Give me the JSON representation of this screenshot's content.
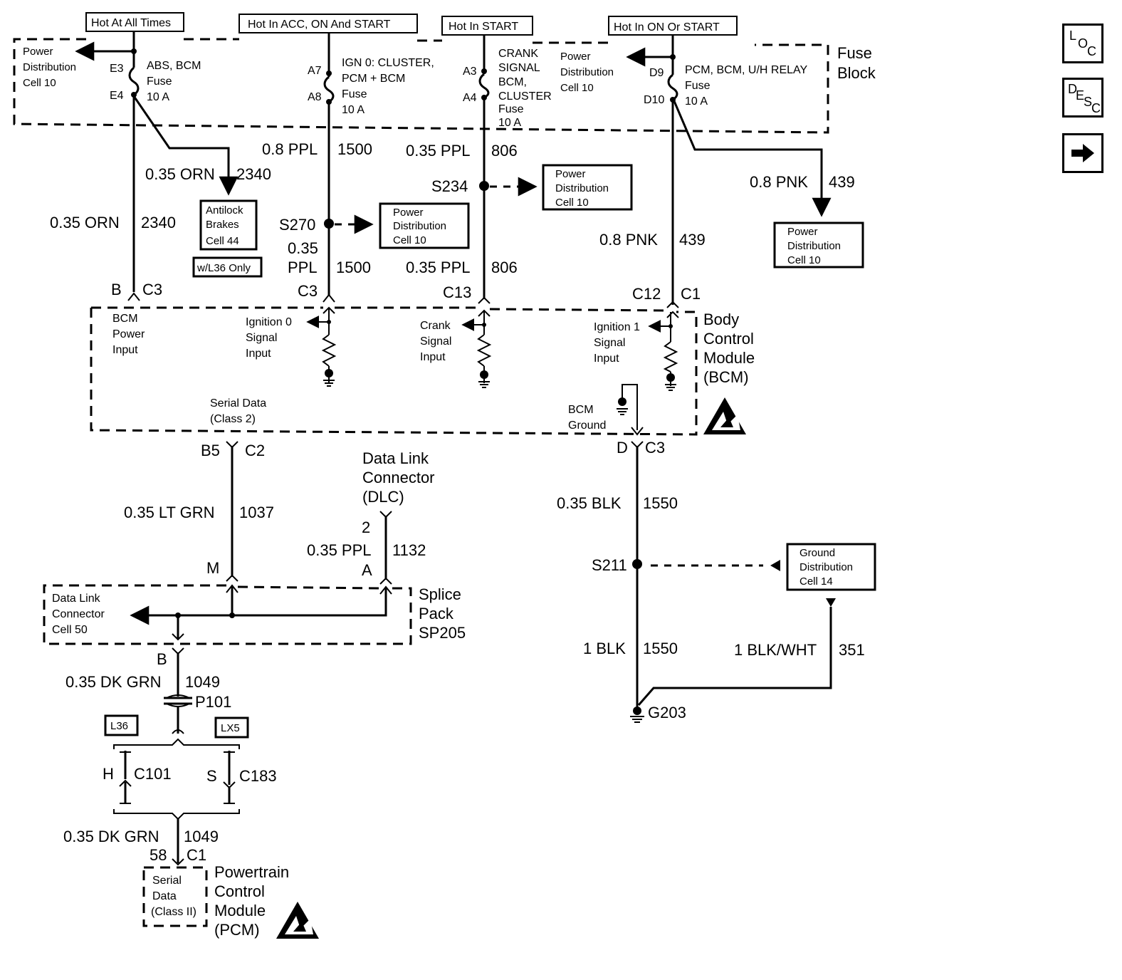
{
  "headers": {
    "hot_always": "Hot At All Times",
    "hot_acc": "Hot In ACC, ON And START",
    "hot_start": "Hot In START",
    "hot_on_start": "Hot In ON Or START"
  },
  "fuse_block": {
    "line1": "Fuse",
    "line2": "Block"
  },
  "fuses": {
    "abs_bcm": {
      "line1": "ABS, BCM",
      "line2": "Fuse",
      "line3": "10 A",
      "pin_in": "E3",
      "pin_out": "E4"
    },
    "ign0": {
      "line1": "IGN 0:  CLUSTER,",
      "line2": "PCM + BCM",
      "line3": "Fuse",
      "line4": "10 A",
      "pin_in": "A7",
      "pin_out": "A8"
    },
    "crank": {
      "line1": "CRANK",
      "line2": "SIGNAL",
      "line3": "BCM,",
      "line4": "CLUSTER",
      "line5": "Fuse",
      "line6": "10 A",
      "pin_in": "A3",
      "pin_out": "A4"
    },
    "pcm": {
      "line1": "PCM, BCM, U/H RELAY",
      "line2": "Fuse",
      "line3": "10 A",
      "pin_in": "D9",
      "pin_out": "D10"
    }
  },
  "refs": {
    "pd_left": {
      "line1": "Power",
      "line2": "Distribution",
      "line3": "Cell 10"
    },
    "pd_top_right": {
      "line1": "Power",
      "line2": "Distribution",
      "line3": "Cell 10"
    },
    "abs": {
      "line1": "Antilock",
      "line2": "Brakes",
      "line3": "Cell 44"
    },
    "w_l36": "w/L36 Only",
    "pd_s270": {
      "line1": "Power",
      "line2": "Distribution",
      "line3": "Cell 10"
    },
    "pd_s234": {
      "line1": "Power",
      "line2": "Distribution",
      "line3": "Cell 10"
    },
    "pd_439": {
      "line1": "Power",
      "line2": "Distribution",
      "line3": "Cell 10"
    },
    "ground_dist": {
      "line1": "Ground",
      "line2": "Distribution",
      "line3": "Cell 14"
    },
    "dlc_cell": {
      "line1": "Data Link",
      "line2": "Connector",
      "line3": "Cell 50"
    }
  },
  "wires": {
    "orn_2340_a": {
      "gauge": "0.35 ORN",
      "num": "2340"
    },
    "orn_2340_b": {
      "gauge": "0.35 ORN",
      "num": "2340"
    },
    "ppl_1500_a": {
      "gauge": "0.8 PPL",
      "num": "1500"
    },
    "ppl_1500_b": {
      "gauge1": "0.35",
      "gauge2": "PPL",
      "num": "1500"
    },
    "ppl_806_a": {
      "gauge": "0.35 PPL",
      "num": "806"
    },
    "ppl_806_b": {
      "gauge": "0.35 PPL",
      "num": "806"
    },
    "pnk_439_a": {
      "gauge": "0.8 PNK",
      "num": "439"
    },
    "pnk_439_b": {
      "gauge": "0.8 PNK",
      "num": "439"
    },
    "ltgrn_1037": {
      "gauge": "0.35 LT GRN",
      "num": "1037"
    },
    "ppl_1132": {
      "gauge": "0.35 PPL",
      "num": "1132"
    },
    "blk_1550_a": {
      "gauge": "0.35 BLK",
      "num": "1550"
    },
    "blk_1550_b": {
      "gauge": "1 BLK",
      "num": "1550"
    },
    "blkwht_351": {
      "gauge": "1 BLK/WHT",
      "num": "351"
    },
    "dkgrn_1049_a": {
      "gauge": "0.35 DK GRN",
      "num": "1049"
    },
    "dkgrn_1049_b": {
      "gauge": "0.35 DK GRN",
      "num": "1049"
    }
  },
  "splices": {
    "s270": "S270",
    "s234": "S234",
    "s211": "S211"
  },
  "connectors": {
    "bcm_b": "B",
    "bcm_c3": "C3",
    "ign0_c3": "C3",
    "crank_c13": "C13",
    "ign1_c12": "C12",
    "ign1_c1": "C1",
    "b5": "B5",
    "c2": "C2",
    "d": "D",
    "d_c3": "C3",
    "dlc_pin": "2",
    "m": "M",
    "a": "A",
    "b": "B",
    "p101": "P101",
    "h": "H",
    "c101": "C101",
    "s": "S",
    "c183": "C183",
    "pin58": "58",
    "c1": "C1",
    "g203": "G203"
  },
  "options": {
    "l36": "L36",
    "lx5": "LX5"
  },
  "bcm": {
    "power_input": {
      "line1": "BCM",
      "line2": "Power",
      "line3": "Input"
    },
    "ign0_input": {
      "line1": "Ignition 0",
      "line2": "Signal",
      "line3": "Input"
    },
    "crank_input": {
      "line1": "Crank",
      "line2": "Signal",
      "line3": "Input"
    },
    "ign1_input": {
      "line1": "Ignition 1",
      "line2": "Signal",
      "line3": "Input"
    },
    "serial_data": {
      "line1": "Serial Data",
      "line2": "(Class 2)"
    },
    "ground": {
      "line1": "BCM",
      "line2": "Ground"
    },
    "title": {
      "line1": "Body",
      "line2": "Control",
      "line3": "Module",
      "line4": "(BCM)"
    }
  },
  "dlc": {
    "line1": "Data Link",
    "line2": "Connector",
    "line3": "(DLC)"
  },
  "splice_pack": {
    "line1": "Splice",
    "line2": "Pack",
    "line3": "SP205"
  },
  "pcm": {
    "serial": {
      "line1": "Serial",
      "line2": "Data",
      "line3": "(Class II)"
    },
    "title": {
      "line1": "Powertrain",
      "line2": "Control",
      "line3": "Module",
      "line4": "(PCM)"
    }
  },
  "nav": {
    "loc": [
      "L",
      "O",
      "C"
    ],
    "desc": [
      "D",
      "E",
      "S",
      "C"
    ],
    "next_icon": "arrow-right-icon"
  }
}
